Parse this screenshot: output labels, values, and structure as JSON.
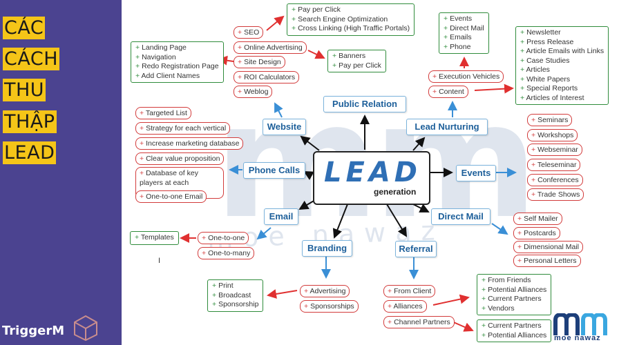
{
  "title_lines": [
    "CÁC",
    "CÁCH",
    "THU",
    "THẬP",
    "LEAD"
  ],
  "brand": "TriggerM",
  "center": {
    "main": "LEAD",
    "sub": "generation"
  },
  "hubs": {
    "public_relation": "Public Relation",
    "website": "Website",
    "lead_nurturing": "Lead Nurturing",
    "phone_calls": "Phone Calls",
    "events": "Events",
    "email": "Email",
    "direct_mail": "Direct Mail",
    "branding": "Branding",
    "referral": "Referral"
  },
  "website_items": [
    "SEO",
    "Online Advertising",
    "Site Design",
    "ROI Calculators",
    "Weblog"
  ],
  "seo_details": [
    "Pay per Click",
    "Search Engine Optimization",
    "Cross Linking (High Traffic Portals)"
  ],
  "online_ad_details": [
    "Banners",
    "Pay per Click"
  ],
  "site_design_details": [
    "Landing Page",
    "Navigation",
    "Redo Registration Page",
    "Add Client Names"
  ],
  "phone_items": [
    "Targeted List",
    "Strategy for each vertical",
    "Increase marketing database",
    "Clear value proposition",
    "Database of key players at each company",
    "One-to-one Email"
  ],
  "nurturing_items": [
    "Execution Vehicles",
    "Content"
  ],
  "execution_details": [
    "Events",
    "Direct Mail",
    "Emails",
    "Phone"
  ],
  "content_details": [
    "Newsletter",
    "Press Release",
    "Article Emails with Links",
    "Case Studies",
    "Articles",
    "White Papers",
    "Special Reports",
    "Articles of Interest"
  ],
  "events_items": [
    "Seminars",
    "Workshops",
    "Webseminar",
    "Teleseminar",
    "Conferences",
    "Trade Shows"
  ],
  "direct_mail_items": [
    "Self Mailer",
    "Postcards",
    "Dimensional Mail",
    "Personal Letters"
  ],
  "email_items": [
    "One-to-one",
    "One-to-many"
  ],
  "email_details": [
    "Templates"
  ],
  "branding_items": [
    "Advertising",
    "Sponsorships"
  ],
  "branding_details": [
    "Print",
    "Broadcast",
    "Sponsorship"
  ],
  "referral_items": [
    "From Client",
    "Alliances",
    "Channel Partners"
  ],
  "alliance_details": [
    "From Friends",
    "Potential Alliances",
    "Current Partners",
    "Vendors"
  ],
  "channel_details": [
    "Current Partners",
    "Potential Alliances"
  ],
  "watermark": "mm",
  "watermark_sub": "moe nawaz",
  "logo_text": "moe nawaz",
  "colors": {
    "panel": "#4b4390",
    "title_bg": "#f5c518",
    "hub_text": "#1d5f9a",
    "red_arrow": "#e03030",
    "blue_arrow": "#3a8fd6"
  }
}
